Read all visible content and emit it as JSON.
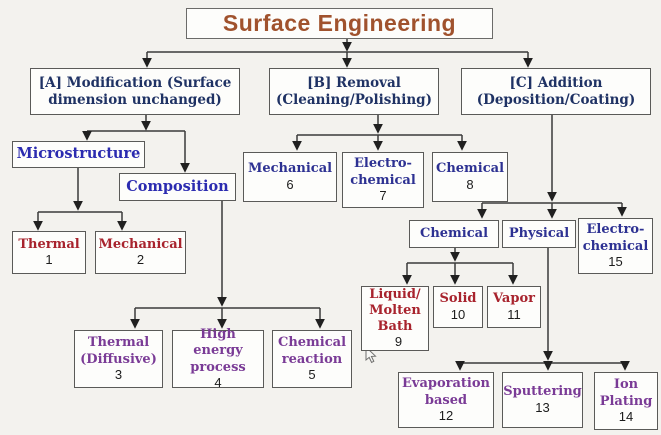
{
  "title": "Surface Engineering",
  "colors": {
    "title_text": "#a0522d",
    "branch_navy": "#1f3264",
    "structure_blue": "#2b2bb0",
    "process_blue": "#2d3192",
    "method_red": "#a8232d",
    "method_purple": "#7a3b96",
    "number_black": "#1c1c1c",
    "connector": "#303030",
    "background": "#f3f2ee"
  },
  "nodes": {
    "root": {
      "label": "Surface Engineering"
    },
    "a": {
      "label": "[A] Modification (Surface\ndimension unchanged)"
    },
    "b": {
      "label": "[B] Removal\n(Cleaning/Polishing)"
    },
    "c": {
      "label": "[C] Addition\n(Deposition/Coating)"
    },
    "microstructure": {
      "label": "Microstructure"
    },
    "composition": {
      "label": "Composition"
    },
    "thermal1": {
      "label": "Thermal",
      "number": "1"
    },
    "mechanical2": {
      "label": "Mechanical",
      "number": "2"
    },
    "thermal3": {
      "label": "Thermal\n(Diffusive)",
      "number": "3"
    },
    "highenergy4": {
      "label": "High energy\nprocess",
      "number": "4"
    },
    "chemreaction5": {
      "label": "Chemical\nreaction",
      "number": "5"
    },
    "mechanical6": {
      "label": "Mechanical",
      "number": "6"
    },
    "electrochemical7": {
      "label": "Electro-\nchemical",
      "number": "7"
    },
    "chemical8": {
      "label": "Chemical",
      "number": "8"
    },
    "chemicalc": {
      "label": "Chemical"
    },
    "physical": {
      "label": "Physical"
    },
    "electrochemical15": {
      "label": "Electro-\nchemical",
      "number": "15"
    },
    "liquid9": {
      "label": "Liquid/\nMolten\nBath",
      "number": "9"
    },
    "solid10": {
      "label": "Solid",
      "number": "10"
    },
    "vapor11": {
      "label": "Vapor",
      "number": "11"
    },
    "evaporation12": {
      "label": "Evaporation\nbased",
      "number": "12"
    },
    "sputtering13": {
      "label": "Sputtering",
      "number": "13"
    },
    "ionplating14": {
      "label": "Ion\nPlating",
      "number": "14"
    }
  }
}
